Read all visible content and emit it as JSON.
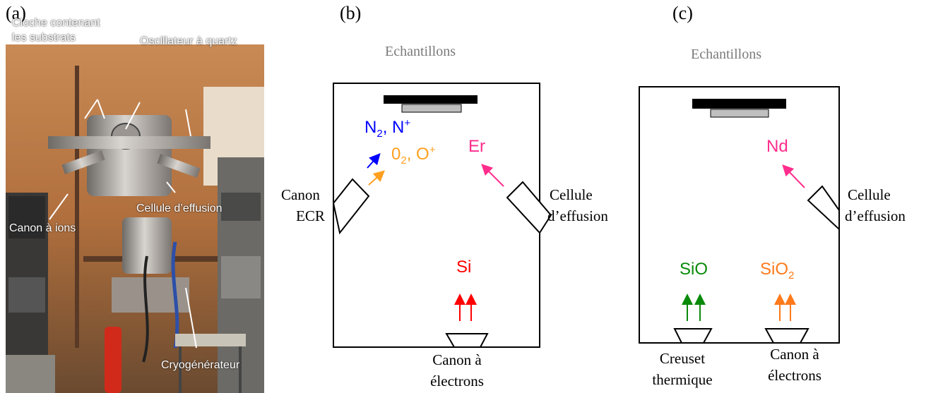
{
  "panels": {
    "a_label": "(a)",
    "b_label": "(b)",
    "c_label": "(c)"
  },
  "photo": {
    "labels": {
      "cloche_line1": "Cloche contenant",
      "cloche_line2": "les substrats",
      "oscillateur": "Oscillateur à quartz",
      "cellule": "Cellule d’effusion",
      "canon_ions": "Canon à ions",
      "cryo": "Cryogénérateur"
    }
  },
  "diagram_b": {
    "title": "Echantillons",
    "canon_ecr_line1": "Canon",
    "canon_ecr_line2": "ECR",
    "cellule_line1": "Cellule",
    "cellule_line2": "d’effusion",
    "species_n": "N",
    "species_n_sub": "2",
    "species_n_ion": ", N",
    "species_n_sup": "+",
    "species_o": "0",
    "species_o_sub": "2",
    "species_o_ion": ", O",
    "species_o_sup": "+",
    "species_er": "Er",
    "species_si": "Si",
    "canon_elec_line1": "Canon à",
    "canon_elec_line2": "électrons",
    "colors": {
      "n": "#0000ff",
      "o": "#ffa020",
      "er": "#ff2d8c",
      "si": "#ff0000"
    }
  },
  "diagram_c": {
    "title": "Echantillons",
    "cellule_line1": "Cellule",
    "cellule_line2": "d’effusion",
    "species_nd": "Nd",
    "species_sio": "SiO",
    "species_sio2": "SiO",
    "species_sio2_sub": "2",
    "creuset_line1": "Creuset",
    "creuset_line2": "thermique",
    "canon_elec_line1": "Canon à",
    "canon_elec_line2": "électrons",
    "colors": {
      "nd": "#ff2d8c",
      "sio": "#0a8a0a",
      "sio2": "#ff7a1a"
    }
  }
}
